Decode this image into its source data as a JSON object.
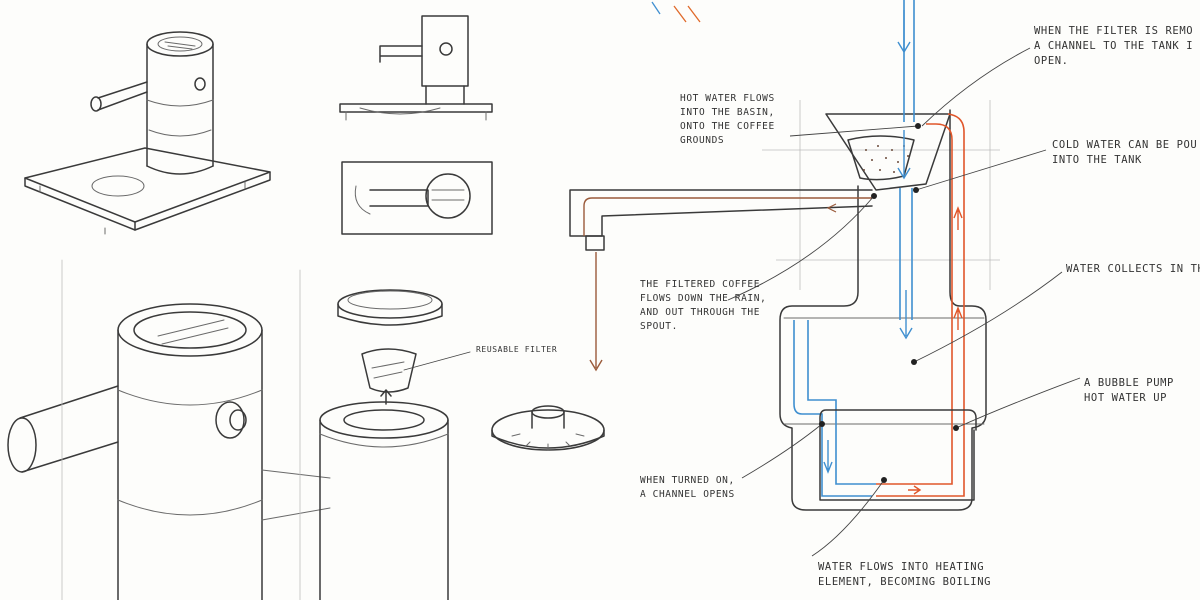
{
  "colors": {
    "paper": "#fdfdfb",
    "pencil": "#3a3a3a",
    "cold_water": "#3f8fd0",
    "hot_water": "#e0562a",
    "coffee": "#9a5a3a"
  },
  "labels": {
    "reusable_filter": "REUSABLE FILTER",
    "hot_water_basin": "HOT WATER FLOWS\nINTO THE BASIN,\nONTO THE COFFEE\nGROUNDS",
    "filter_removed": "WHEN THE FILTER IS REMO\nA CHANNEL TO THE TANK I\nOPEN.",
    "cold_water_poured": "COLD WATER CAN BE POU\nINTO THE TANK",
    "water_collects": "WATER COLLECTS IN TH",
    "filtered_coffee": "THE FILTERED COFFEE\nFLOWS DOWN THE RAIN,\nAND OUT THROUGH THE\nSPOUT.",
    "bubble_pump": "A BUBBLE PUMP\nHOT WATER UP",
    "turned_on": "WHEN TURNED ON,\nA CHANNEL OPENS",
    "heating_element": "WATER FLOWS INTO HEATING\nELEMENT, BECOMING BOILING"
  }
}
